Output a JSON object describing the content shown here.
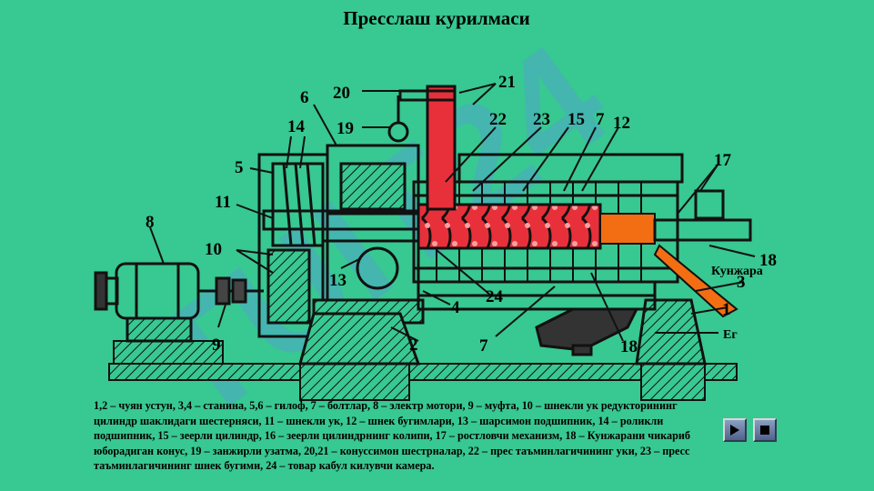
{
  "title": "Пресслаш курилмаси",
  "labels": {
    "n1": "1",
    "n2": "2",
    "n3": "3",
    "n4": "4",
    "n5": "5",
    "n6": "6",
    "n7a": "7",
    "n7b": "7",
    "n8": "8",
    "n9": "9",
    "n10": "10",
    "n11": "11",
    "n12": "12",
    "n13": "13",
    "n14": "14",
    "n15": "15",
    "n17": "17",
    "n18a": "18",
    "n18b": "18",
    "n19": "19",
    "n20": "20",
    "n21": "21",
    "n22": "22",
    "n23": "23",
    "n24": "24",
    "kunjara": "Кунжара",
    "eg": "Ег"
  },
  "legend": "1,2 – чуян устун, 3,4 – станина, 5,6 – гилоф, 7 – болтлар, 8 – электр мотори, 9 – муфта, 10 – шнекли ук редукторининг цилиндр шаклидаги шестерняси, 11 – шнекли ук, 12 – шнек бугимлари, 13 – шарсимон подшипник, 14 – роликли подшипник, 15 – зеерли цилиндр, 16 – зеерли цилиндрнинг колипи, 17 – ростловчи механизм, 18 – Кунжарани чикариб юборадиган конус, 19 – занжирли узатма, 20,21 – конуссимон шестрналар, 22 – прес таъминлагичининг уки, 23 – пресс таъминлагичининг шнек бугими, 24 – товар кабул килувчи камера.",
  "colors": {
    "background": "#38C891",
    "oil": "#E8303A",
    "cone": "#F36E12",
    "watermark": "#4EA6C8"
  },
  "icons": {
    "play": "play-icon",
    "stop": "stop-icon"
  }
}
